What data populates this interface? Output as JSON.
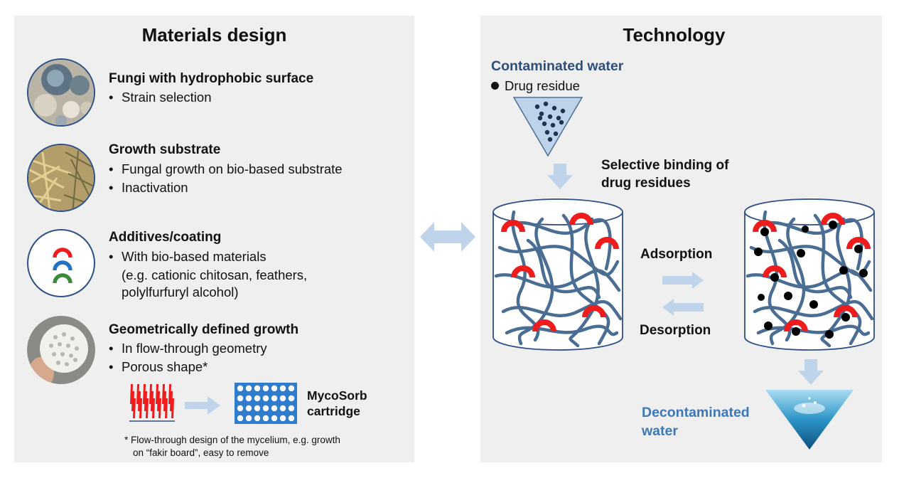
{
  "left": {
    "title": "Materials design",
    "items": [
      {
        "heading": "Fungi with hydrophobic surface",
        "bullets": [
          "Strain selection"
        ]
      },
      {
        "heading": "Growth substrate",
        "bullets": [
          "Fungal growth on bio-based substrate",
          "Inactivation"
        ]
      },
      {
        "heading": "Additives/coating",
        "bullets": [
          "With bio-based materials",
          "(e.g. cationic chitosan, feathers,",
          "polylfurfuryl alcohol)"
        ]
      },
      {
        "heading": "Geometrically defined growth",
        "bullets": [
          "In flow-through geometry",
          "Porous shape*"
        ]
      }
    ],
    "cartridge_label_1": "MycoSorb",
    "cartridge_label_2": "cartridge",
    "footnote_1": "* Flow-through design of the mycelium, e.g. growth",
    "footnote_2": "on “fakir board”, easy to remove"
  },
  "right": {
    "title": "Technology",
    "contaminated": "Contaminated water",
    "drug_residue": "Drug residue",
    "binding_1": "Selective binding of",
    "binding_2": "drug residues",
    "adsorption": "Adsorption",
    "desorption": "Desorption",
    "decontaminated_1": "Decontaminated",
    "decontaminated_2": "water"
  },
  "colors": {
    "panel_bg": "#efefef",
    "dark_blue": "#2e4f86",
    "mycelium": "#4a6d93",
    "arrow": "#bfd4ea",
    "red": "#ee1c1c",
    "blue_arc": "#1f73c6",
    "green_arc": "#3a8a3a"
  }
}
